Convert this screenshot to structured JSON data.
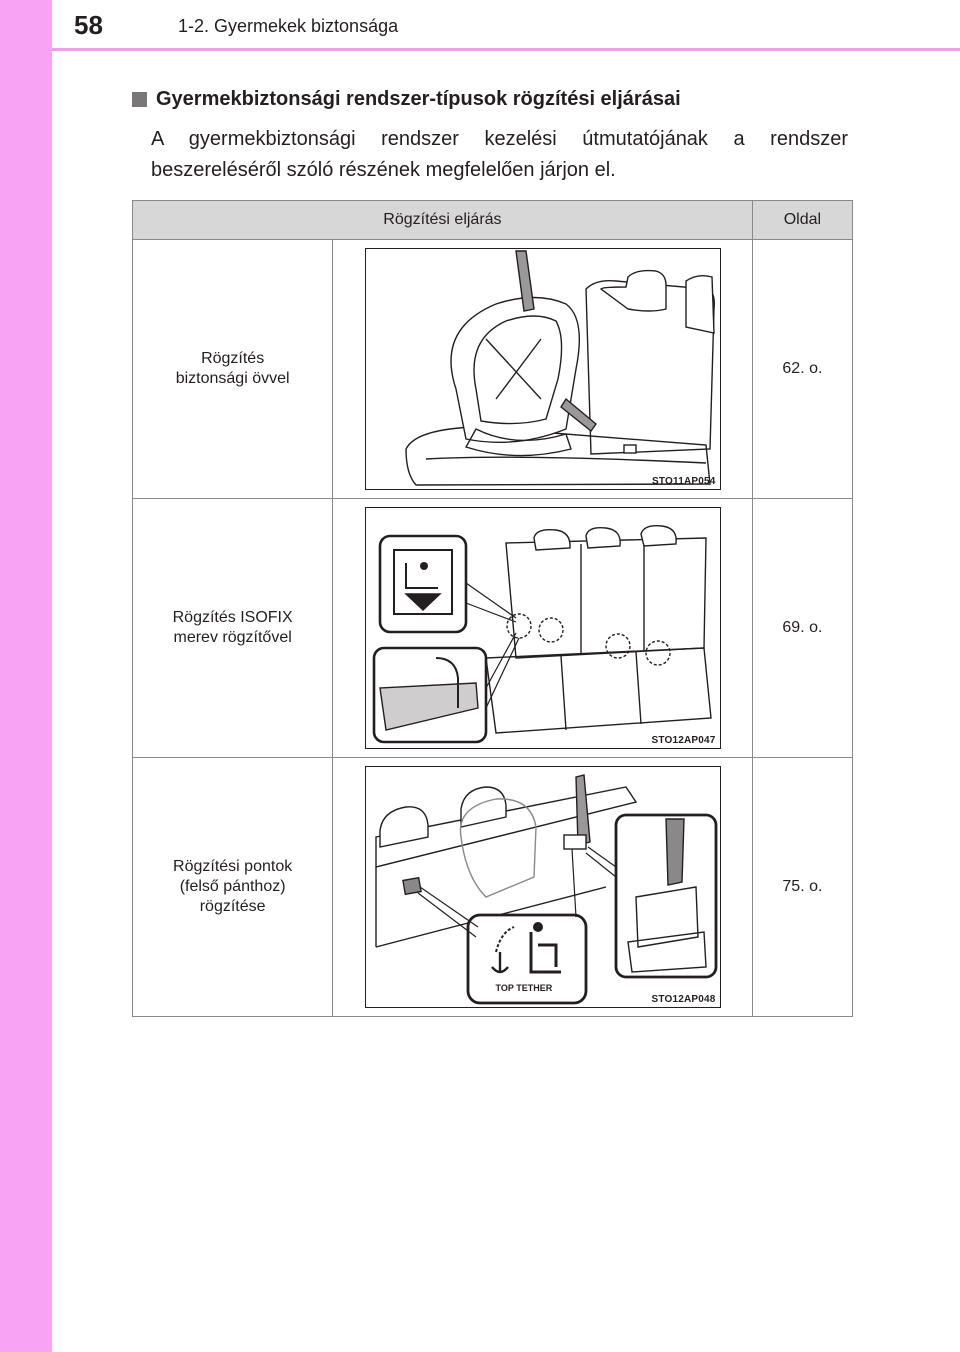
{
  "header": {
    "page_number": "58",
    "running_head": "1-2. Gyermekek biztonsága"
  },
  "section": {
    "heading": "Gyermekbiztonsági rendszer-típusok rögzítési eljárásai",
    "body": "A gyermekbiztonsági rendszer kezelési útmutatójának a rendszer beszereléséről szóló részének megfelelően járjon el."
  },
  "table": {
    "headers": [
      "Rögzítési eljárás",
      "Oldal"
    ],
    "rows": [
      {
        "label_line1": "Rögzítés",
        "label_line2": "biztonsági övvel",
        "label_line3": "",
        "image_code": "STO11AP054",
        "page": "62. o."
      },
      {
        "label_line1": "Rögzítés ISOFIX",
        "label_line2": "merev rögzítővel",
        "label_line3": "",
        "image_code": "STO12AP047",
        "page": "69. o."
      },
      {
        "label_line1": "Rögzítési pontok",
        "label_line2": "(felső pánthoz)",
        "label_line3": "rögzítése",
        "image_code": "STO12AP048",
        "page": "75. o.",
        "badge_text": "TOP TETHER"
      }
    ]
  }
}
